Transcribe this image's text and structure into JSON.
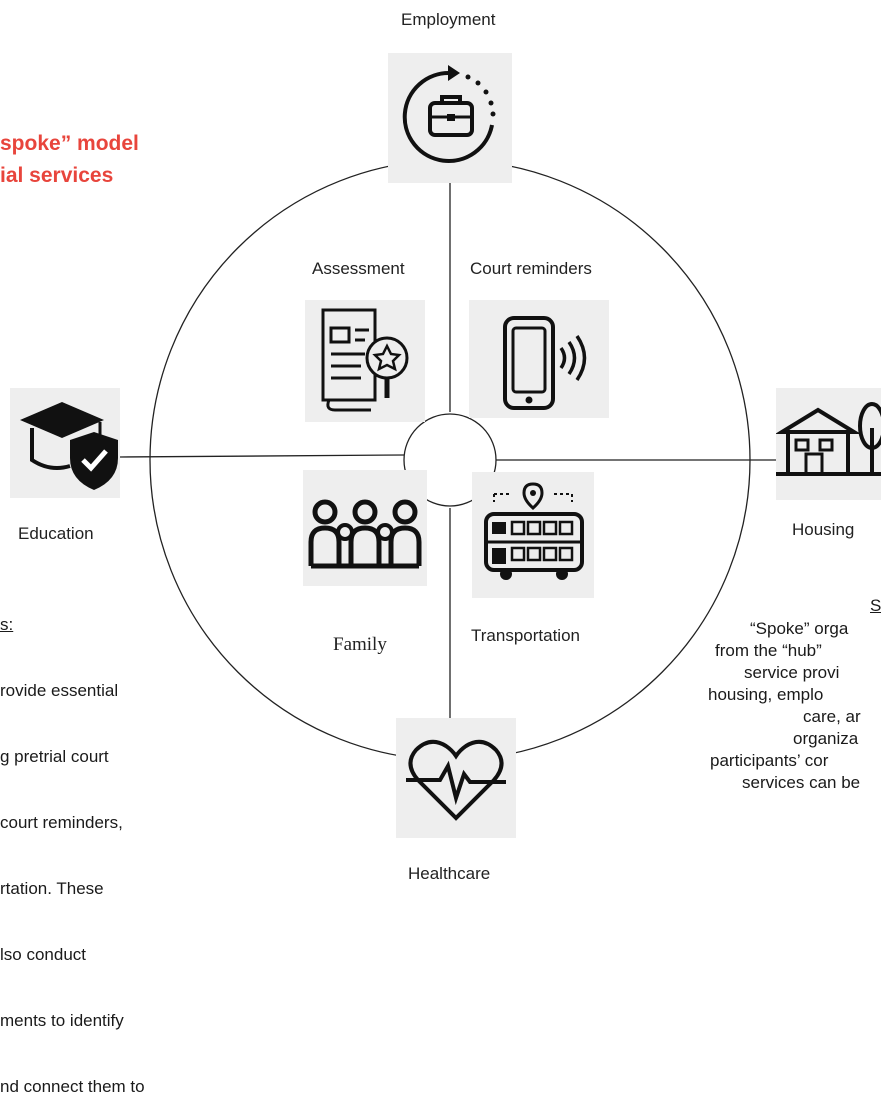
{
  "title": {
    "line1": "spoke” model",
    "line2": "ial services"
  },
  "hub_services": {
    "assessment": "Assessment",
    "court_reminders": "Court reminders",
    "family": "Family",
    "transportation": "Transportation"
  },
  "spokes": {
    "employment": "Employment",
    "education": "Education",
    "housing": "Housing",
    "healthcare": "Healthcare"
  },
  "left_text": {
    "heading": "s:",
    "lines": [
      "rovide essential",
      "g pretrial court",
      "court reminders,",
      "rtation. These",
      "lso conduct",
      "ments to identify",
      "nd connect them to"
    ]
  },
  "right_text": {
    "heading": "S",
    "lines": [
      "“Spoke” orga",
      "from the “hub”",
      "service provi",
      "housing, emplo",
      "care, ar",
      "organiza",
      "participants’ cor",
      "services can be"
    ]
  },
  "icons": {
    "employment": "briefcase-cycle-icon",
    "assessment": "document-magnifier-star-icon",
    "court_reminders": "smartphone-signal-icon",
    "education": "graduation-cap-shield-icon",
    "family": "family-group-icon",
    "transportation": "double-decker-bus-location-icon",
    "housing": "house-tree-icon",
    "healthcare": "heart-pulse-icon"
  },
  "colors": {
    "title": "#e8453c",
    "tile": "#eeeeee",
    "line": "#222222"
  }
}
